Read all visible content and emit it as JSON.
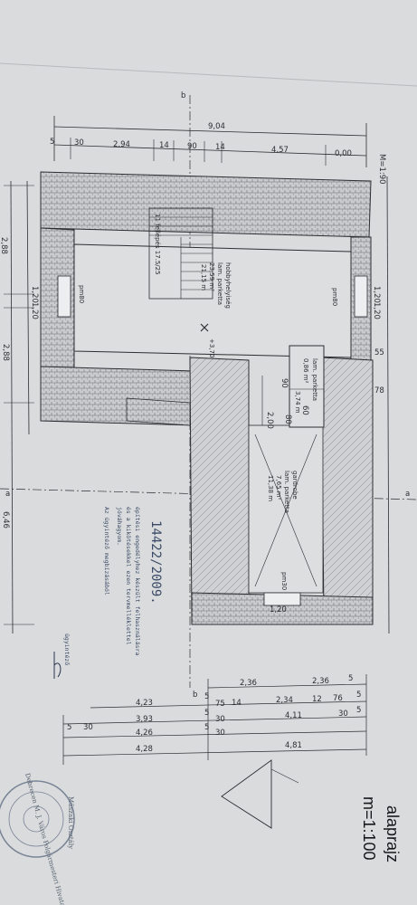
{
  "title": {
    "line1": "alaprajz",
    "line2": "m=1:100"
  },
  "scale_top_right": "M=1:90",
  "top_dims": {
    "total": "9,04",
    "segments": [
      "30",
      "2,94",
      "14",
      "90",
      "14",
      "4,57",
      "0,00"
    ],
    "left": "5"
  },
  "bottom_dims": {
    "row1": [
      "2,36",
      "2,36",
      "5"
    ],
    "row2": [
      "4,23",
      "5",
      "75",
      "14",
      "2,34",
      "12",
      "76",
      "5"
    ],
    "row3": [
      "3,93",
      "5",
      "30",
      "4,11",
      "30",
      "5"
    ],
    "row4": [
      "5",
      "30",
      "4,26",
      "5",
      "30"
    ],
    "row5": [
      "4,28",
      "4,81"
    ]
  },
  "left_dims": [
    "2,88",
    "1,20",
    "1,20",
    "2,88",
    "6,46"
  ],
  "right_dims": [
    "1,20",
    "1,20",
    "55",
    "78"
  ],
  "rooms": {
    "hobby": {
      "name": "hobbyhelyiség",
      "floor": "lam. parketta",
      "area": "23,59 m²",
      "perimeter": "21,15 m"
    },
    "wc": {
      "floor": "lam. parketta",
      "area": "0,86 m²",
      "perimeter": "3,74 m"
    },
    "wardrobe": {
      "name": "gardrobe",
      "floor": "lam. parketta",
      "area": "7,65 m²",
      "perimeter": "11,38 m"
    }
  },
  "openings": {
    "window_left": "pm80",
    "window_right": "pm80",
    "window_bottom": "pm30",
    "level": "+3,70",
    "stairs": "11 fellépés 17.5/25"
  },
  "inner_dims": [
    "2,00",
    "80",
    "90",
    "60",
    "1,20"
  ],
  "section_marks": {
    "top": "b",
    "bottom": "b",
    "left": "a",
    "right": "a"
  },
  "note": {
    "number": "14422/2009.",
    "lines": [
      "építési engedélyhez készült felhasználásra",
      "és a kikötésekkel ezen tervmelléklettel",
      "jóváhagyom.",
      "Az ügyintéző megbízásából"
    ],
    "signature_label": "ügyintéző"
  },
  "stamp": {
    "outer": "Debrecen M. J. Város Polgármesteri Hivatala",
    "inner": "Műszaki Osztály"
  },
  "colors": {
    "paper": "#d9dbdc",
    "line": "#2b2e33",
    "hatch": "#6b6f75",
    "note": "#3b4a66",
    "stamp": "#7a8496"
  }
}
